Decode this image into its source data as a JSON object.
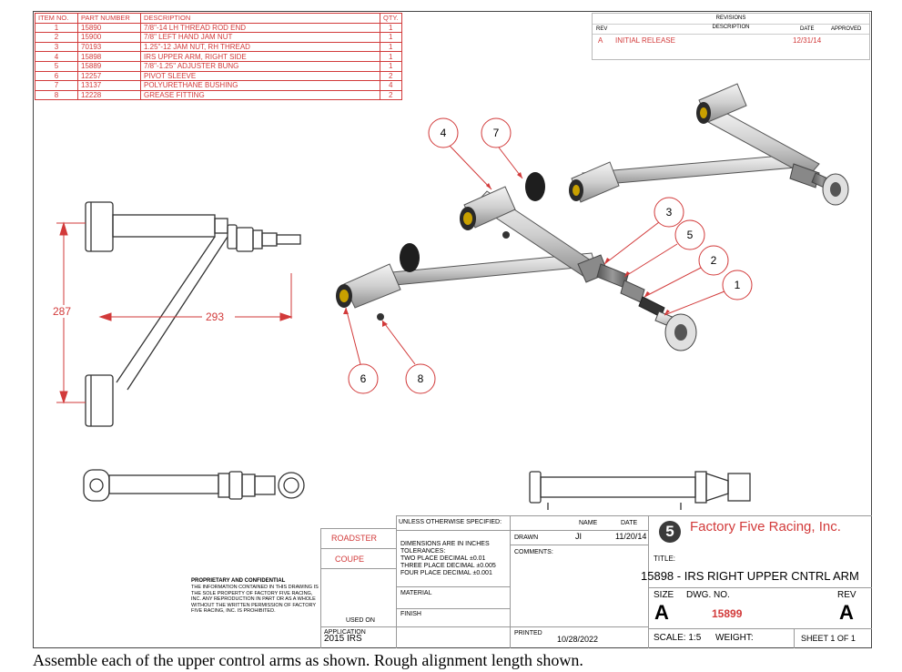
{
  "bom": {
    "headers": {
      "item": "ITEM NO.",
      "part": "PART NUMBER",
      "desc": "DESCRIPTION",
      "qty": "QTY."
    },
    "rows": [
      {
        "item": "1",
        "part": "15890",
        "desc": "7/8\"-14 LH THREAD ROD END",
        "qty": "1"
      },
      {
        "item": "2",
        "part": "15900",
        "desc": "7/8\" LEFT HAND JAM NUT",
        "qty": "1"
      },
      {
        "item": "3",
        "part": "70193",
        "desc": "1.25\"-12 JAM NUT, RH THREAD",
        "qty": "1"
      },
      {
        "item": "4",
        "part": "15898",
        "desc": "IRS UPPER ARM, RIGHT SIDE",
        "qty": "1"
      },
      {
        "item": "5",
        "part": "15889",
        "desc": "7/8\"-1.25\" ADJUSTER BUNG",
        "qty": "1"
      },
      {
        "item": "6",
        "part": "12257",
        "desc": "PIVOT SLEEVE",
        "qty": "2"
      },
      {
        "item": "7",
        "part": "13137",
        "desc": "POLYURETHANE BUSHING",
        "qty": "4"
      },
      {
        "item": "8",
        "part": "12228",
        "desc": "GREASE FITTING",
        "qty": "2"
      }
    ]
  },
  "revisions": {
    "title": "REVISIONS",
    "rev_header": "REV",
    "desc_header": "DESCRIPTION",
    "date_header": "DATE",
    "approved_header": "APPROVED",
    "rows": [
      {
        "rev": "A",
        "desc": "INITIAL RELEASE",
        "date": "12/31/14"
      }
    ]
  },
  "dimensions": {
    "height": "287",
    "width": "293"
  },
  "balloons": [
    "1",
    "2",
    "3",
    "4",
    "5",
    "6",
    "7",
    "8"
  ],
  "title_block": {
    "unless": "UNLESS OTHERWISE SPECIFIED:",
    "dims_in": "DIMENSIONS ARE IN INCHES",
    "tolerances": "TOLERANCES:",
    "two_place": "TWO PLACE DECIMAL   ±0.01",
    "three_place": "THREE PLACE DECIMAL  ±0.005",
    "four_place": "FOUR PLACE DECIMAL  ±0.001",
    "material": "MATERIAL",
    "finish": "FINISH",
    "name_label": "NAME",
    "date_label": "DATE",
    "drawn_label": "DRAWN",
    "drawn_name": "JI",
    "drawn_date": "11/20/14",
    "comments": "COMMENTS:",
    "printed_label": "PRINTED",
    "printed_date": "10/28/2022",
    "roadster": "ROADSTER",
    "coupe": "COUPE",
    "used_on": "USED ON",
    "application_label": "APPLICATION",
    "application": "2015 IRS",
    "company": "Factory Five Racing, Inc.",
    "title_label": "TITLE:",
    "title": "15898 - IRS RIGHT UPPER CNTRL ARM",
    "size_label": "SIZE",
    "size": "A",
    "dwg_label": "DWG.  NO.",
    "dwg_no": "15899",
    "rev_label": "REV",
    "rev": "A",
    "scale": "SCALE: 1:5",
    "weight": "WEIGHT:",
    "sheet": "SHEET 1 OF 1",
    "logo": "5",
    "proprietary_title": "PROPRIETARY AND CONFIDENTIAL",
    "proprietary_text": "THE INFORMATION CONTAINED IN THIS DRAWING IS THE SOLE PROPERTY OF FACTORY FIVE RACING, INC.  ANY REPRODUCTION IN PART OR AS A WHOLE WITHOUT THE WRITTEN PERMISSION OF FACTORY FIVE RACING, INC. IS PROHIBITED."
  },
  "caption": "Assemble each of the upper control arms as shown.  Rough alignment length shown.",
  "colors": {
    "red": "#d23a3a",
    "line": "#444444"
  }
}
